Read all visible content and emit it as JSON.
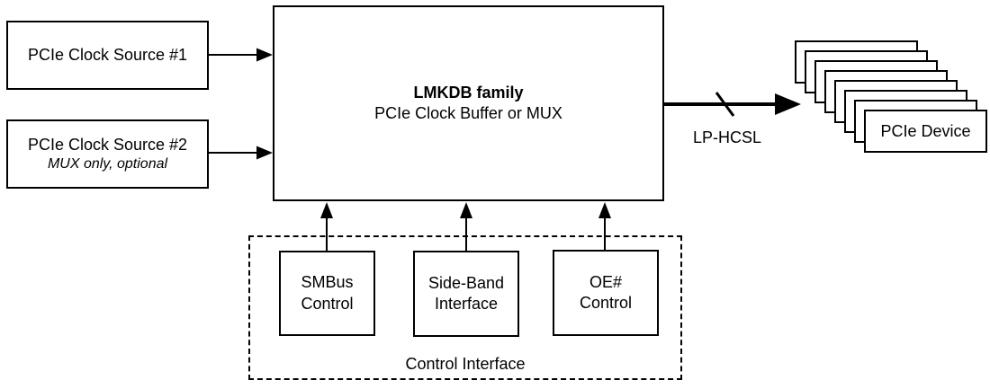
{
  "diagram": {
    "sources": [
      {
        "label": "PCIe Clock Source #1",
        "note": ""
      },
      {
        "label": "PCIe Clock Source #2",
        "note": "MUX only, optional"
      }
    ],
    "main_block": {
      "title": "LMKDB family",
      "subtitle": "PCIe Clock Buffer or MUX"
    },
    "output": {
      "bus_label": "LP-HCSL"
    },
    "device_stack": {
      "label": "PCIe Device",
      "count": 8
    },
    "control": {
      "container_label": "Control Interface",
      "blocks": [
        {
          "line1": "SMBus",
          "line2": "Control"
        },
        {
          "line1": "Side-Band",
          "line2": "Interface"
        },
        {
          "line1": "OE#",
          "line2": "Control"
        }
      ]
    },
    "colors": {
      "line": "#000000",
      "background": "#ffffff",
      "text": "#000000"
    }
  }
}
